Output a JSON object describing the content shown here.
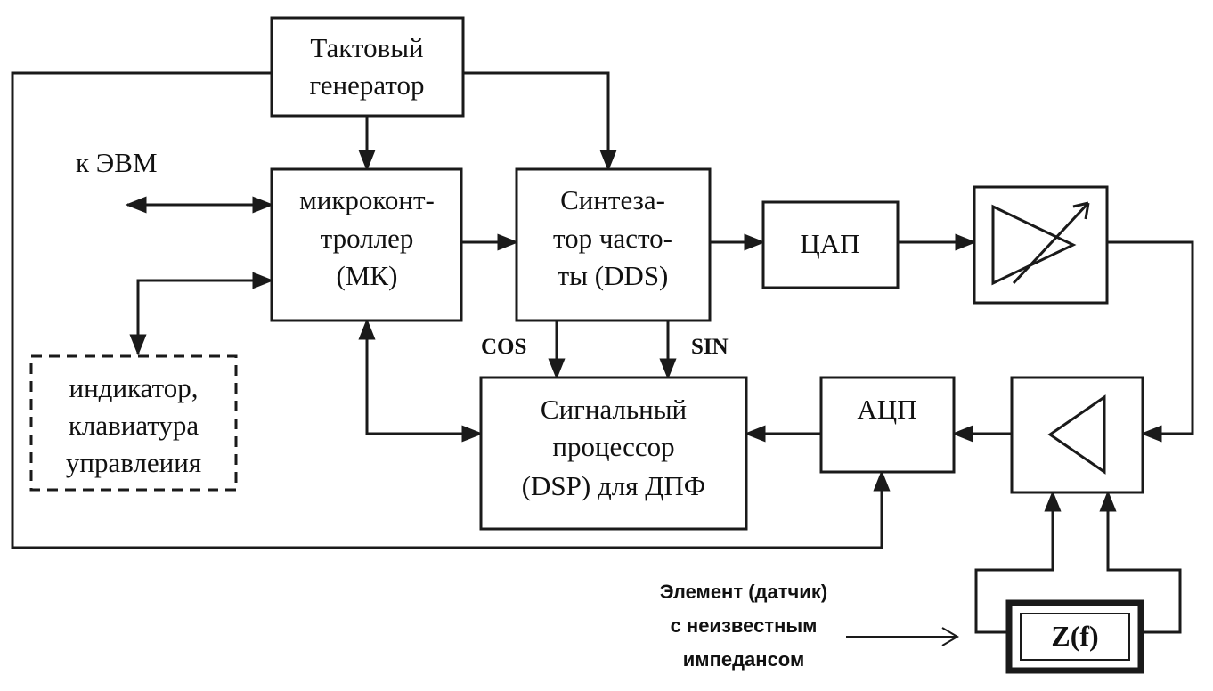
{
  "blocks": {
    "clock": {
      "line1": "Тактовый",
      "line2": "генератор"
    },
    "mcu": {
      "line1": "микроконт-",
      "line2": "троллер",
      "line3": "(МК)"
    },
    "dds": {
      "line1": "Синтеза-",
      "line2": "тор часто-",
      "line3": "ты (DDS)"
    },
    "dac": {
      "label": "ЦАП"
    },
    "adc": {
      "label": "АЦП"
    },
    "dsp": {
      "line1": "Сигнальный",
      "line2": "процессор",
      "line3": "(DSP) для ДПФ"
    },
    "indicator": {
      "line1": "индикатор,",
      "line2": "клавиатура",
      "line3": "управлеиия"
    },
    "impedance": {
      "label": "Z(f)"
    }
  },
  "signals": {
    "computer": "к ЭВМ",
    "cos": "COS",
    "sin": "SIN"
  },
  "element_note": {
    "line1": "Элемент (датчик)",
    "line2": "с неизвестным",
    "line3": "импедансом"
  }
}
